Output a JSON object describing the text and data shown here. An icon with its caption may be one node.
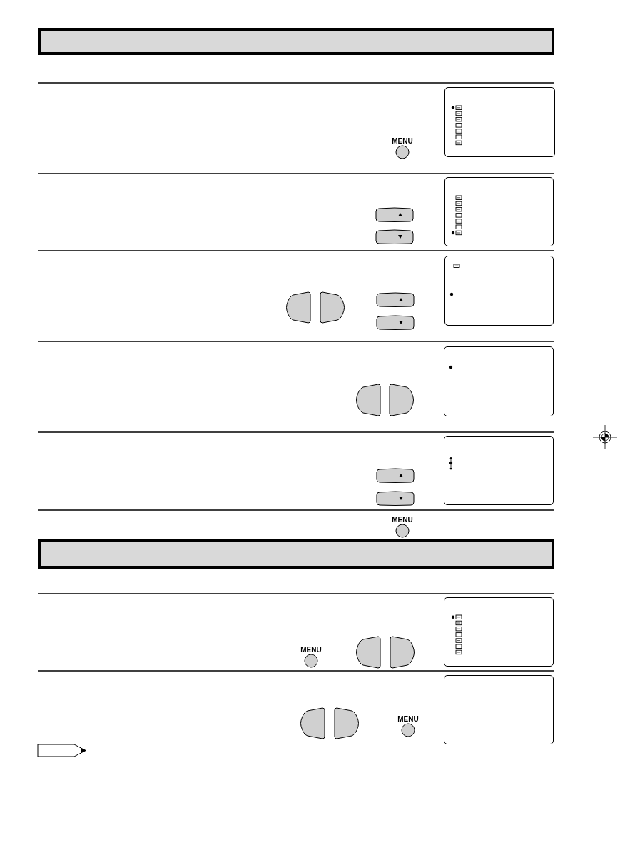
{
  "diagram": {
    "nodes": [
      {
        "text": [],
        "shape": "box"
      },
      {
        "text": [],
        "shape": "box"
      },
      {
        "text": [],
        "shape": "box"
      },
      {
        "text": [],
        "shape": "box"
      },
      {
        "text": [],
        "shape": "box"
      },
      {
        "text": [],
        "shape": "box"
      },
      {
        "text": [],
        "shape": "box"
      }
    ],
    "labels": [
      "MENU",
      "MENU",
      "MENU",
      "MENU"
    ]
  }
}
